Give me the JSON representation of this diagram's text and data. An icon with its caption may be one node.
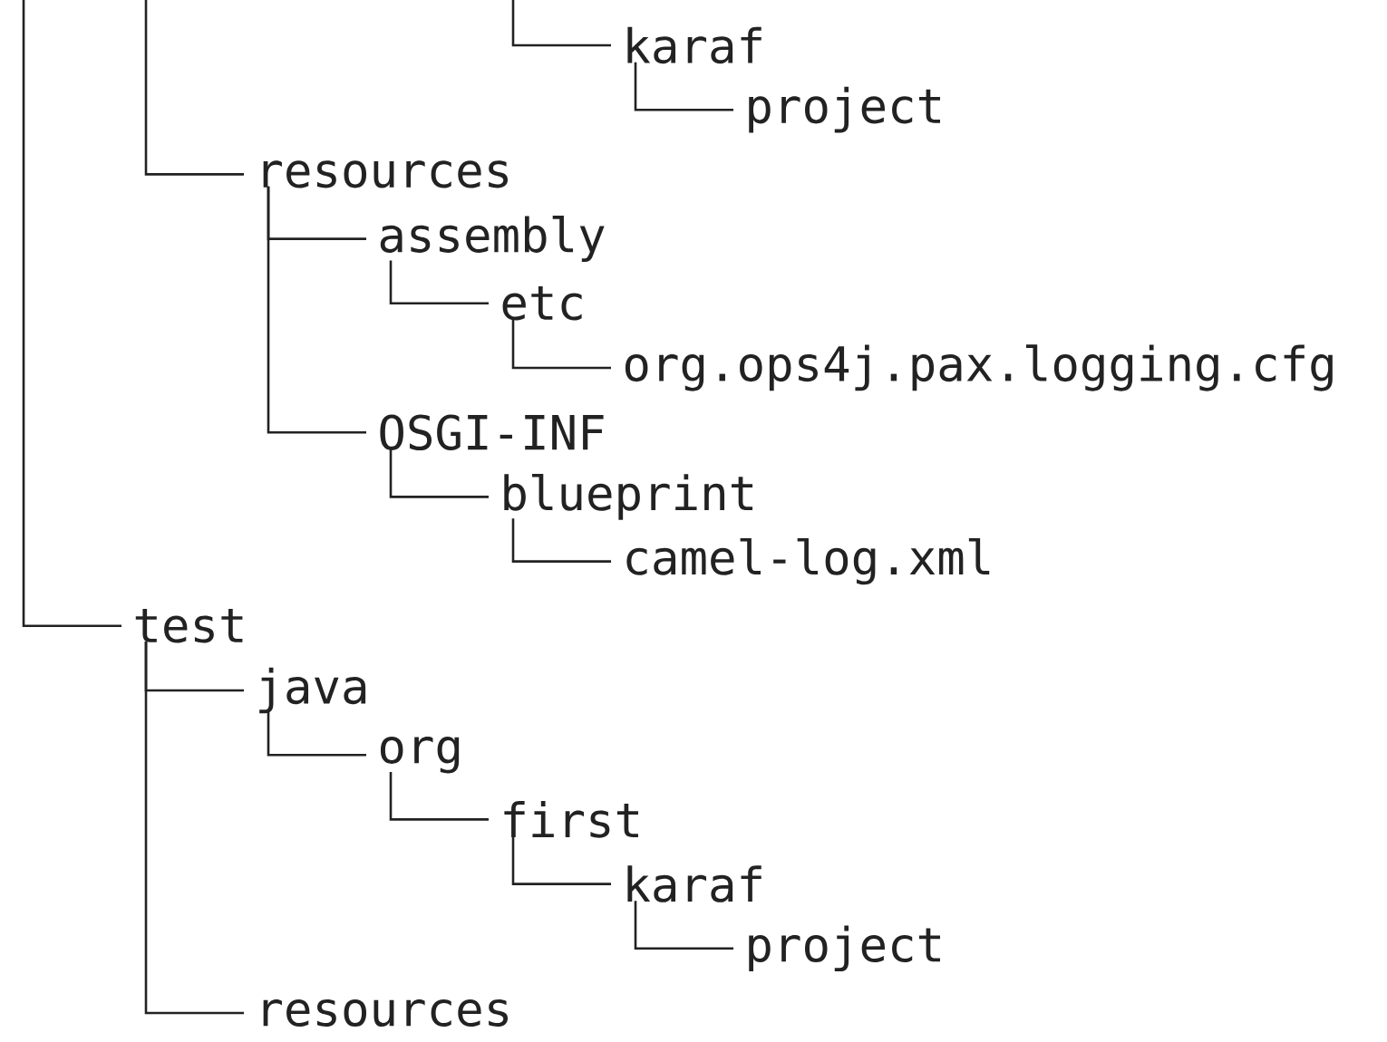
{
  "diagram": {
    "nodes": [
      {
        "text": [
          "karaf"
        ]
      },
      {
        "text": [
          "project"
        ]
      },
      {
        "text": [
          "resources"
        ]
      },
      {
        "text": [
          "assembly"
        ]
      },
      {
        "text": [
          "etc"
        ]
      },
      {
        "text": [
          "org.ops4j.pax.logging.cfg"
        ]
      },
      {
        "text": [
          "OSGI-INF"
        ]
      },
      {
        "text": [
          "blueprint"
        ]
      },
      {
        "text": [
          "camel-log.xml"
        ]
      },
      {
        "text": [
          "test"
        ]
      },
      {
        "text": [
          "java"
        ]
      },
      {
        "text": [
          "org"
        ]
      },
      {
        "text": [
          "first"
        ]
      },
      {
        "text": [
          "karaf"
        ]
      },
      {
        "text": [
          "project"
        ]
      },
      {
        "text": [
          "resources"
        ]
      }
    ],
    "edges": [
      {
        "from": null,
        "to": 0,
        "arrow": "none"
      },
      {
        "from": 0,
        "to": 1,
        "arrow": "none"
      },
      {
        "from": null,
        "to": 2,
        "arrow": "none"
      },
      {
        "from": 2,
        "to": 3,
        "arrow": "none"
      },
      {
        "from": 3,
        "to": 4,
        "arrow": "none"
      },
      {
        "from": 4,
        "to": 5,
        "arrow": "none"
      },
      {
        "from": 2,
        "to": 6,
        "arrow": "none"
      },
      {
        "from": 6,
        "to": 7,
        "arrow": "none"
      },
      {
        "from": 7,
        "to": 8,
        "arrow": "none"
      },
      {
        "from": null,
        "to": 9,
        "arrow": "none"
      },
      {
        "from": 9,
        "to": 10,
        "arrow": "none"
      },
      {
        "from": 10,
        "to": 11,
        "arrow": "none"
      },
      {
        "from": 11,
        "to": 12,
        "arrow": "none"
      },
      {
        "from": 12,
        "to": 13,
        "arrow": "none"
      },
      {
        "from": 13,
        "to": 14,
        "arrow": "none"
      },
      {
        "from": 9,
        "to": 15,
        "arrow": "none"
      }
    ]
  }
}
